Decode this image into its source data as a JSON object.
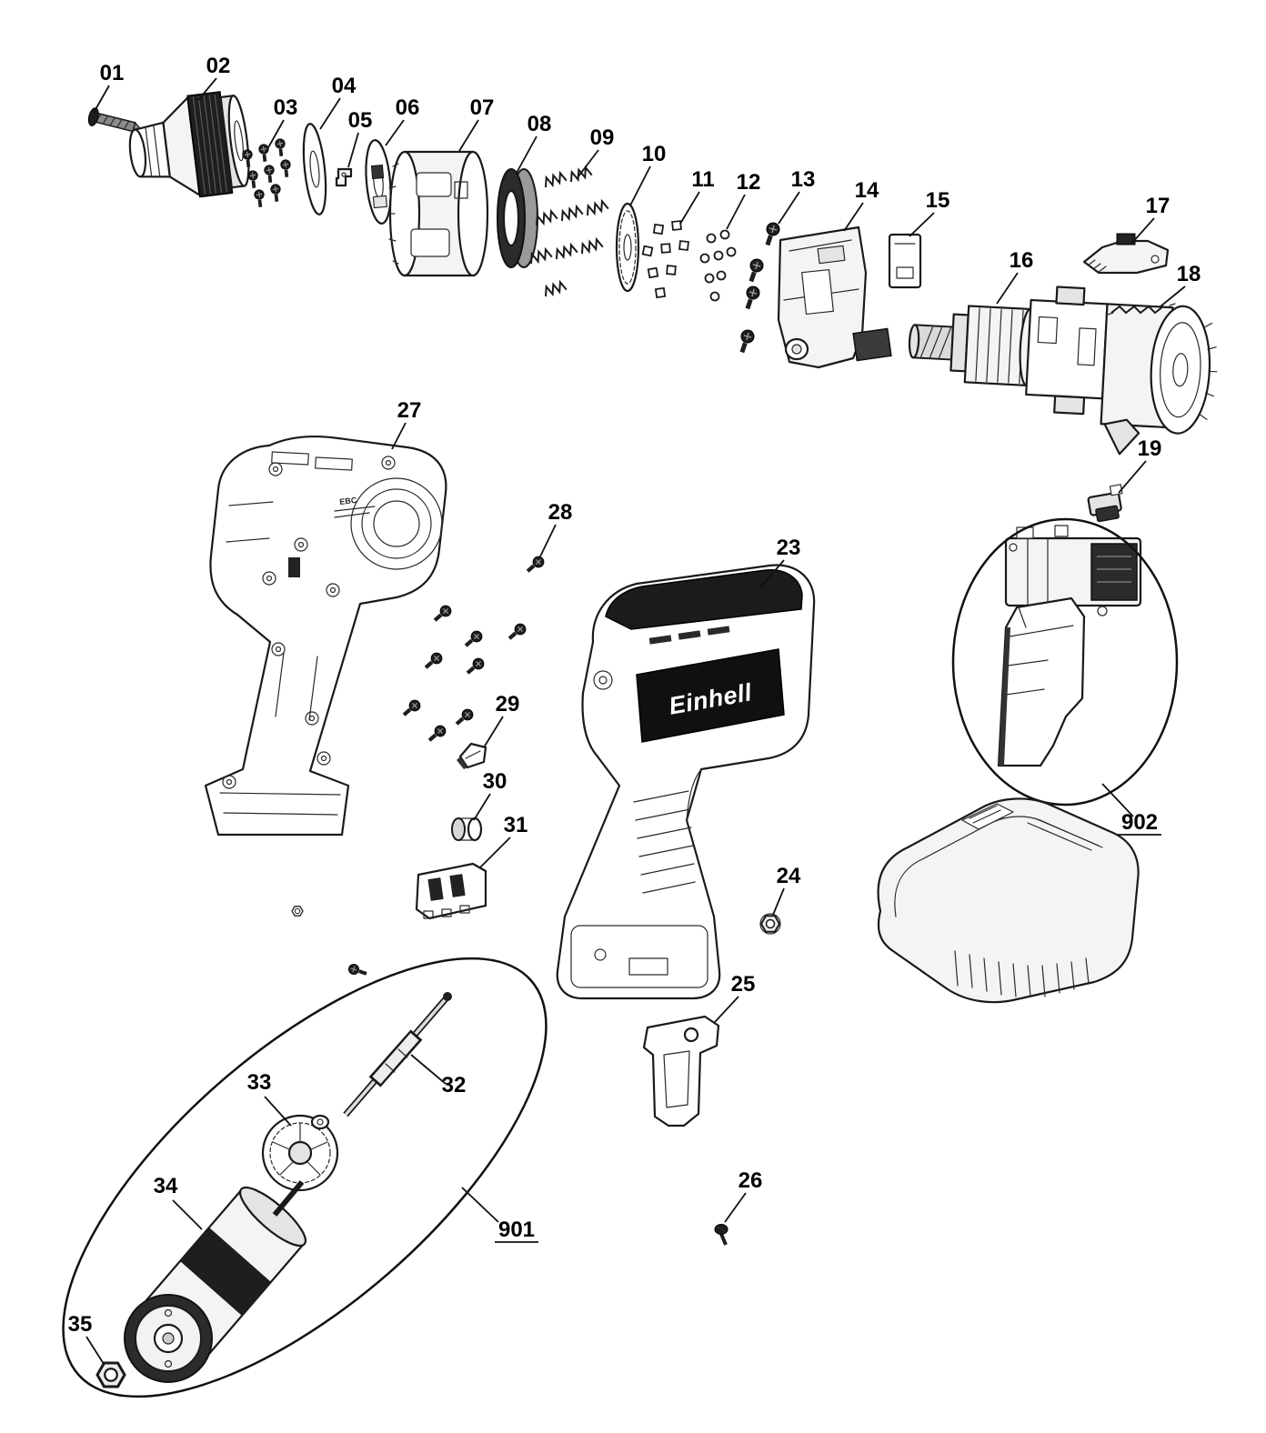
{
  "diagram": {
    "kind": "exploded-parts-diagram",
    "product": "cordless-drill",
    "brand_logo": "Einhell",
    "housing_marking": "EBC",
    "colors": {
      "line": "#1a1a1a",
      "background": "#ffffff",
      "dark_fill": "#1e1e1e"
    },
    "labels": {
      "p01": "01",
      "p02": "02",
      "p03": "03",
      "p04": "04",
      "p05": "05",
      "p06": "06",
      "p07": "07",
      "p08": "08",
      "p09": "09",
      "p10": "10",
      "p11": "11",
      "p12": "12",
      "p13": "13",
      "p14": "14",
      "p15": "15",
      "p16": "16",
      "p17": "17",
      "p18": "18",
      "p19": "19",
      "p23": "23",
      "p24": "24",
      "p25": "25",
      "p26": "26",
      "p27": "27",
      "p28": "28",
      "p29": "29",
      "p30": "30",
      "p31": "31",
      "p32": "32",
      "p33": "33",
      "p34": "34",
      "p35": "35",
      "g901": "901",
      "g902": "902"
    }
  }
}
